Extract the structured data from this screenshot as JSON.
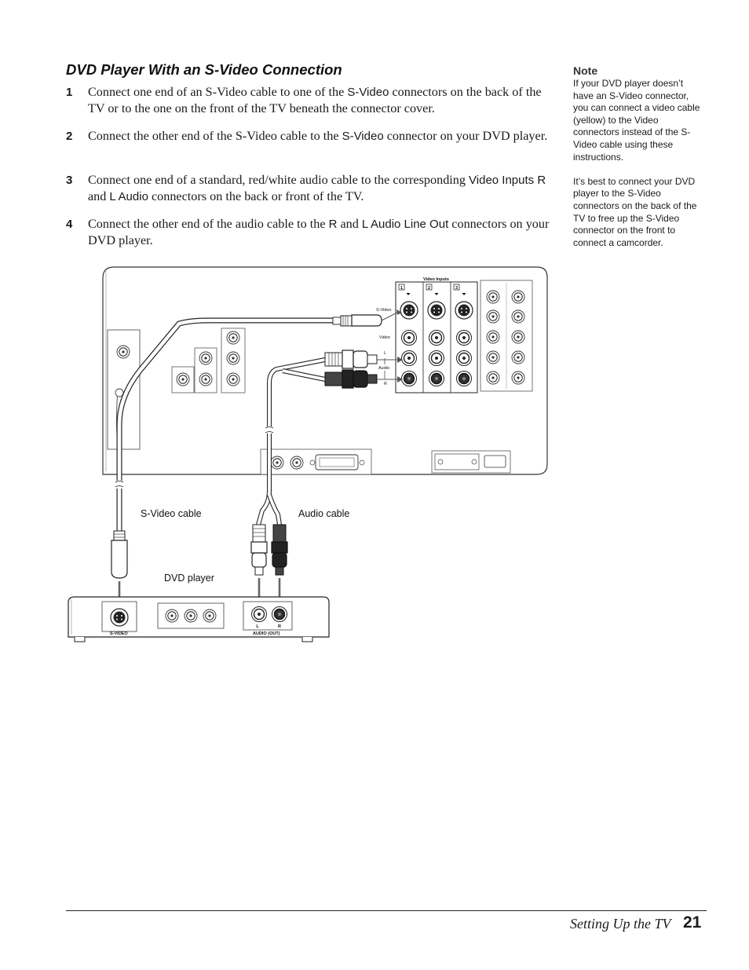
{
  "heading": "DVD Player With an S-Video Connection",
  "steps": [
    {
      "num": "1",
      "a": "Connect one end of an S-Video cable to one of the ",
      "b": "S-Video",
      "c": " connectors on the back of the TV or to the one on the front of the TV beneath the connector cover."
    },
    {
      "num": "2",
      "a": "Connect the other end of the S-Video cable to the ",
      "b": "S-Video",
      "c": " connector on your DVD player."
    },
    {
      "num": "3",
      "a": "Connect one end of a standard, red/white audio cable to the corresponding ",
      "b": "Video Inputs R",
      "c": " and ",
      "d": "L Audio",
      "e": " connectors on the back or front of the TV."
    },
    {
      "num": "4",
      "a": "Connect the other end of the audio cable to the ",
      "b": "R",
      "c": " and ",
      "d": "L Audio Line Out",
      "e": " connectors on your DVD player."
    }
  ],
  "note": {
    "title": "Note",
    "p1": "If your DVD player doesn’t have an S-Video connector, you can connect a video cable (yellow) to the Video connectors instead of the S-Video cable using these instructions.",
    "p2": "It’s best to connect your DVD player to the S-Video connectors on the back of the TV to free up the S-Video connector on the front to connect a camcorder."
  },
  "diagram": {
    "svideo_cable": "S-Video cable",
    "audio_cable": "Audio cable",
    "dvd_player": "DVD player",
    "panel_title": "Video Inputs",
    "col1": "1",
    "col2": "2",
    "col3": "3",
    "row_svideo": "S-Video",
    "row_video": "Video",
    "row_l": "L",
    "row_audio": "Audio",
    "row_r": "R",
    "dvd_svideo": "S-VIDEO",
    "dvd_l": "L",
    "dvd_r": "R",
    "dvd_audio_out": "AUDIO (OUT)"
  },
  "footer": {
    "title": "Setting Up the TV",
    "page": "21"
  }
}
